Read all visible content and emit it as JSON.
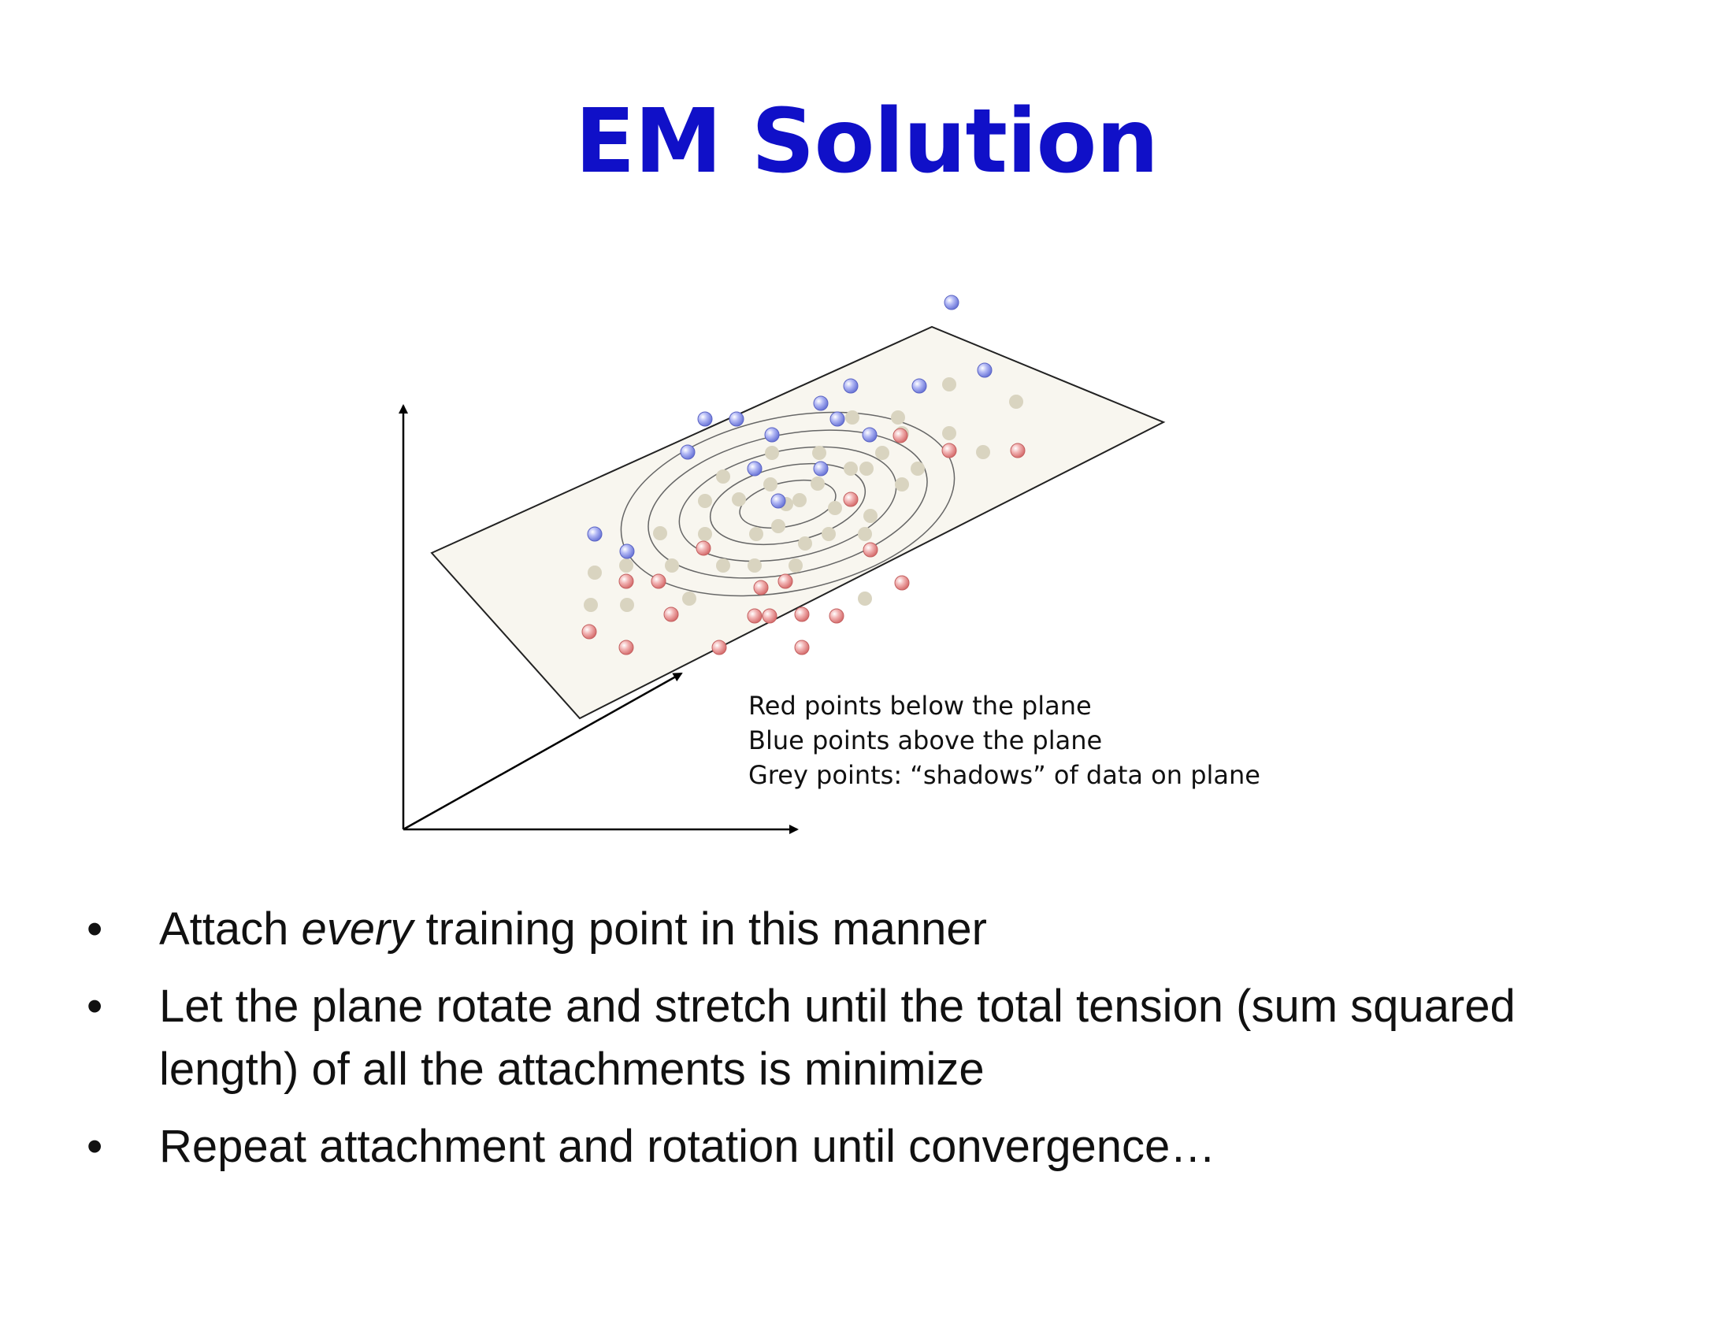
{
  "slide": {
    "title": "EM Solution"
  },
  "diagram": {
    "caption": [
      "Red points below the plane",
      "Blue points above the plane",
      "Grey points: “shadows” of data on plane"
    ],
    "colors": {
      "plane_fill": "#f8f6ef",
      "red_point": "#e89a9a",
      "blue_point": "#9ea6ee",
      "grey_point": "#d9d4c0",
      "title": "#1010c8"
    }
  },
  "bullets": [
    {
      "bullet": "•",
      "pre": "Attach ",
      "em": "every",
      "post": " training point in this manner"
    },
    {
      "bullet": "•",
      "pre": "Let the plane rotate and stretch until the total tension (sum squared length) of all the attachments is minimize",
      "em": "",
      "post": ""
    },
    {
      "bullet": "•",
      "pre": "Repeat attachment and rotation until convergence…",
      "em": "",
      "post": ""
    }
  ]
}
